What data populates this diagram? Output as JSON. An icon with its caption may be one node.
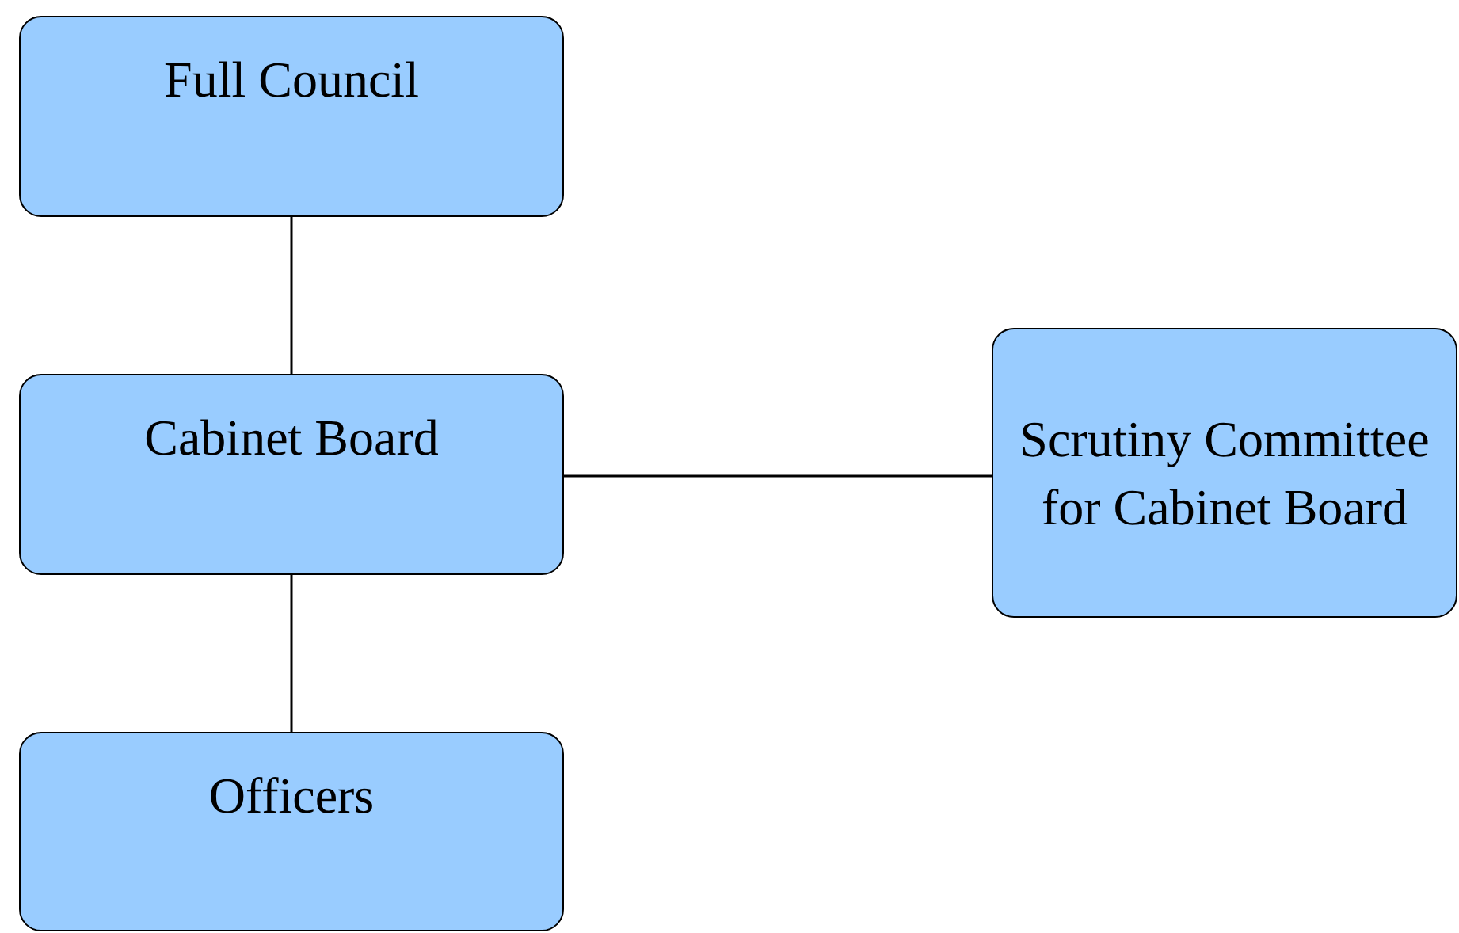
{
  "diagram": {
    "nodes": [
      {
        "text": [
          "Full Council"
        ]
      },
      {
        "text": [
          "Cabinet Board"
        ]
      },
      {
        "text": [
          "Scrutiny Committee for Cabinet Board"
        ]
      },
      {
        "text": [
          "Officers"
        ]
      }
    ],
    "edges": [
      {
        "from": 0,
        "to": 1,
        "arrow": "none"
      },
      {
        "from": 1,
        "to": 2,
        "arrow": "none"
      },
      {
        "from": 1,
        "to": 3,
        "arrow": "none"
      }
    ]
  }
}
